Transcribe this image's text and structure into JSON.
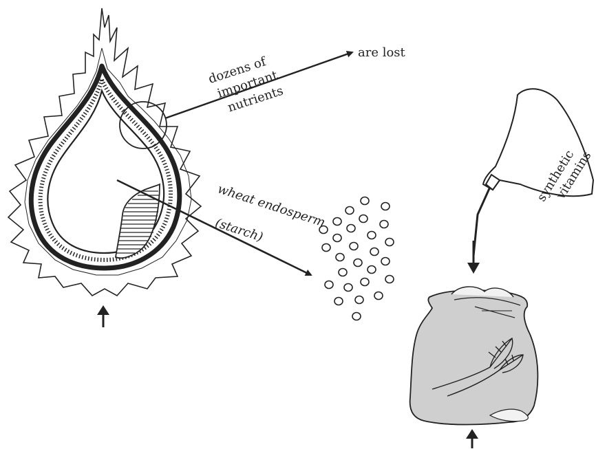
{
  "labels": {
    "nutrients_line1": "dozens of",
    "nutrients_line2": "important",
    "nutrients_line3": "nutrients",
    "lost": "are lost",
    "endosperm_line1": "wheat endosperm",
    "endosperm_line2": "(starch)",
    "vitamins_line1": "synthetic",
    "vitamins_line2": "vitamins"
  },
  "colors": {
    "ink": "#222222",
    "sack_fill": "#cfcfcf"
  }
}
